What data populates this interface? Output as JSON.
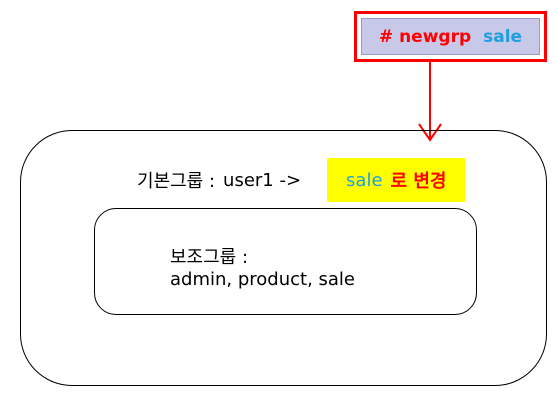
{
  "command": {
    "prompt_and_cmd": "# newgrp",
    "argument": "sale"
  },
  "primary_group": {
    "label": "기본그룹 :",
    "value": "user1 ->",
    "new_group": "sale",
    "change_text": "로 변경"
  },
  "secondary_group": {
    "label": "보조그룹 :",
    "groups": "admin, product, sale"
  },
  "colors": {
    "command_red": "#ff0000",
    "command_blue": "#1ea0e0",
    "command_bg": "#c8c8e8",
    "highlight_yellow": "#ffff00",
    "arrow_red": "#ff0000"
  }
}
